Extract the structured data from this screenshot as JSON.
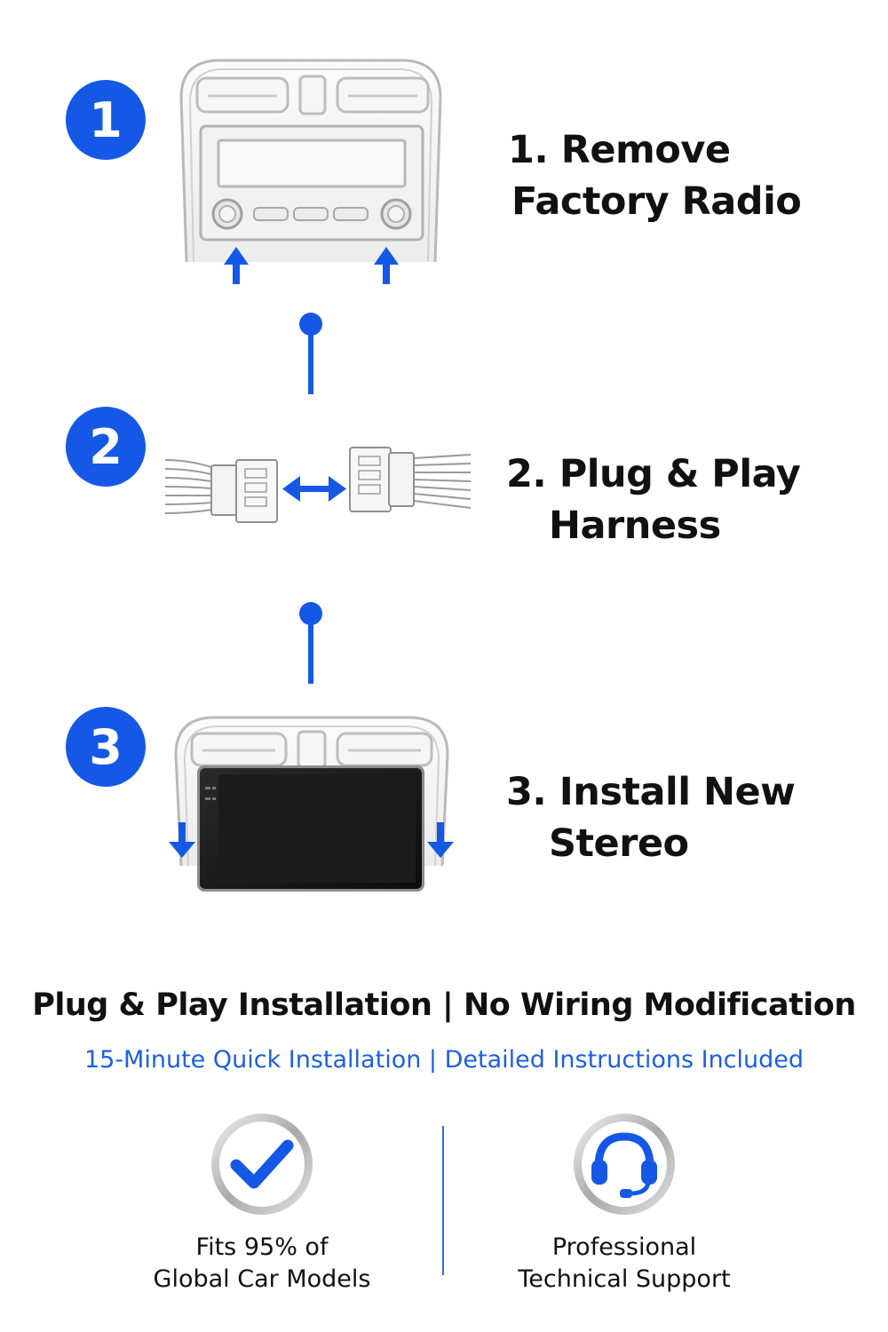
{
  "steps": [
    {
      "number": "1",
      "line1": "1. Remove",
      "line2": "Factory Radio"
    },
    {
      "number": "2",
      "line1": "2. Plug & Play",
      "line2": "Harness"
    },
    {
      "number": "3",
      "line1": "3. Install New",
      "line2": "Stereo"
    }
  ],
  "headline": "Plug & Play Installation | No Wiring Modification",
  "subline": "15-Minute Quick Installation | Detailed Instructions Included",
  "features": [
    {
      "icon": "checkmark-icon",
      "line1": "Fits 95% of",
      "line2": "Global Car Models"
    },
    {
      "icon": "headset-icon",
      "line1": "Professional",
      "line2": "Technical Support"
    }
  ],
  "colors": {
    "accent": "#1558e6",
    "subline": "#1e5fe0"
  }
}
